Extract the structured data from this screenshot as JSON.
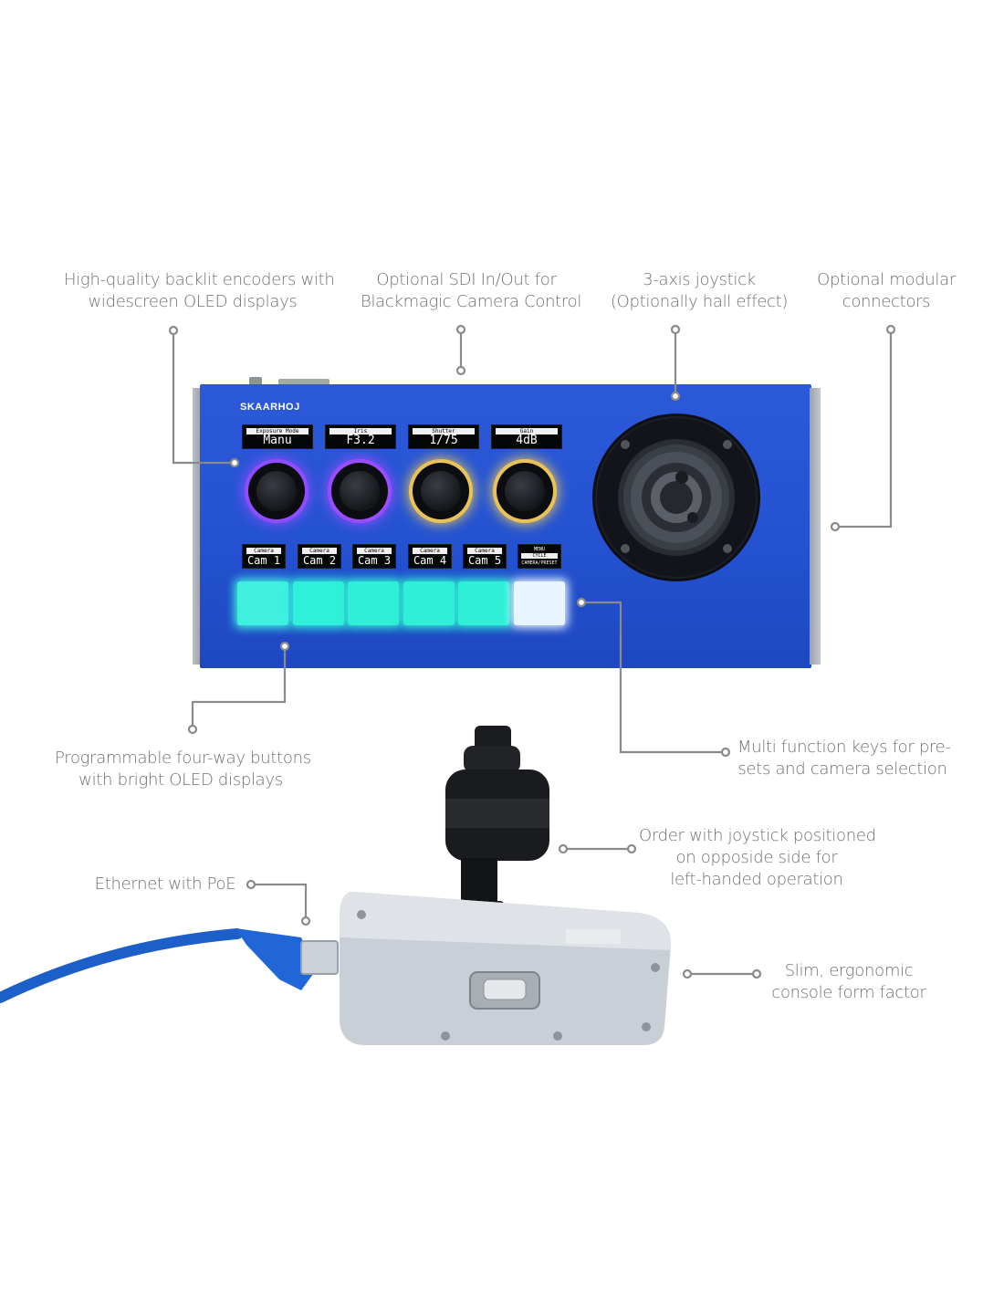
{
  "panel": {
    "brand": "SKAARHOJ",
    "encoder_displays": [
      {
        "header": "Exposure Mode",
        "value": "Manu"
      },
      {
        "header": "Iris",
        "value": "F3.2"
      },
      {
        "header": "Shutter",
        "value": "1/75"
      },
      {
        "header": "Gain",
        "value": "4dB"
      }
    ],
    "encoder_ring_colors": [
      "#8f4dff",
      "#9a4dff",
      "#e8c35a",
      "#e8c35a"
    ],
    "button_displays": [
      {
        "header": "Camera",
        "value": "Cam 1"
      },
      {
        "header": "Camera",
        "value": "Cam 2"
      },
      {
        "header": "Camera",
        "value": "Cam 3"
      },
      {
        "header": "Camera",
        "value": "Cam 4"
      },
      {
        "header": "Camera",
        "value": "Cam 5"
      }
    ],
    "menu_display": {
      "top": "MENU",
      "middle": "CYCLE",
      "bottom": "CAMERA/PRESET"
    },
    "key_colors": [
      "#3ff0df",
      "#2ff0d8",
      "#2fefd6",
      "#2fefd6",
      "#2fefd6",
      "#e8f4ff"
    ]
  },
  "callouts": {
    "encoders": [
      "High-quality backlit encoders with",
      "widescreen OLED displays"
    ],
    "sdi": [
      "Optional SDI In/Out for",
      "Blackmagic Camera Control"
    ],
    "joystick": [
      "3-axis joystick",
      "(Optionally hall effect)"
    ],
    "modular": [
      "Optional modular",
      "connectors"
    ],
    "buttons": [
      "Programmable four-way buttons",
      "with bright OLED displays"
    ],
    "multifunction": [
      "Multi function keys for pre-",
      "sets and camera selection"
    ],
    "lefthand": [
      "Order with joystick positioned",
      "on opposide side for",
      "left-handed operation"
    ],
    "ethernet": [
      "Ethernet with PoE"
    ],
    "formfactor": [
      "Slim, ergonomic",
      "console form factor"
    ]
  },
  "colors": {
    "panel_blue": "#2452d1",
    "caption_gray": "#707070",
    "cable_blue": "#1c5fc9"
  }
}
